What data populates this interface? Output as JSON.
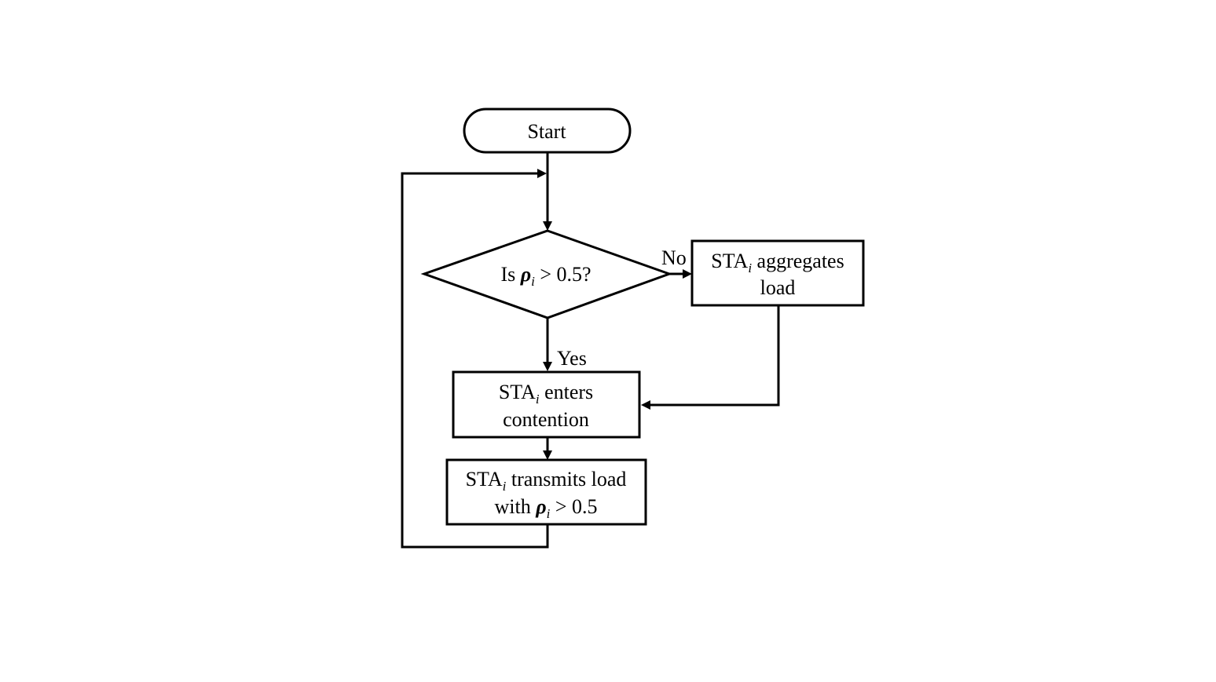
{
  "flowchart": {
    "start": {
      "label": "Start"
    },
    "decision": {
      "prefix": "Is ",
      "symbol": "ρ",
      "subscript": "i",
      "suffix": " > 0.5?"
    },
    "aggregate_box": {
      "sta": "STA",
      "subscript": "i",
      "line1_rest": " aggregates",
      "line2": "load"
    },
    "contention_box": {
      "sta": "STA",
      "subscript": "i",
      "line1_rest": " enters",
      "line2": "contention"
    },
    "transmit_box": {
      "sta": "STA",
      "subscript": "i",
      "line1_rest": " transmits load",
      "line2_prefix": "with ",
      "line2_symbol": "ρ",
      "line2_subscript": "i",
      "line2_suffix": " > 0.5"
    },
    "edges": {
      "no_label": "No",
      "yes_label": "Yes"
    }
  }
}
